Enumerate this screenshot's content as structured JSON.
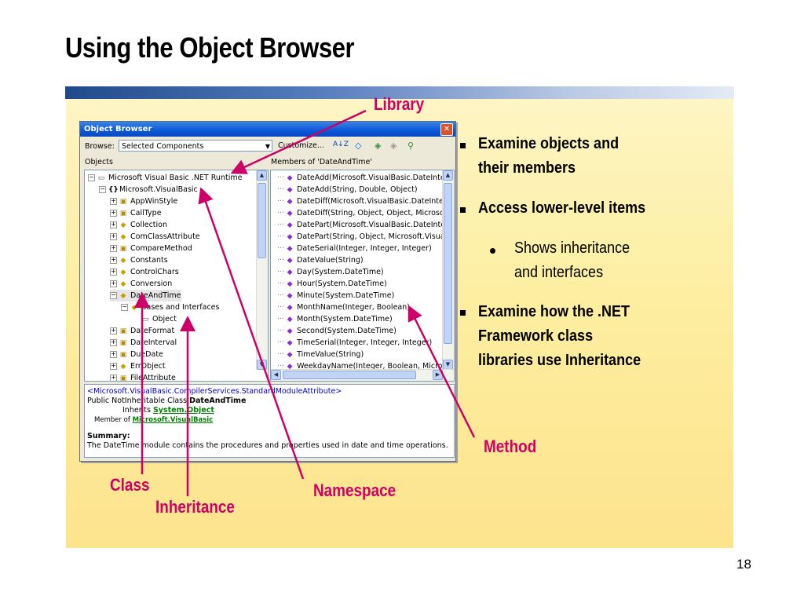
{
  "slide": {
    "title": "Using the Object Browser",
    "page_number": "18"
  },
  "window": {
    "title": "Object Browser",
    "close_glyph": "✕",
    "toolbar": {
      "browse_label": "Browse:",
      "browse_value": "Selected Components",
      "customize_label": "Customize...",
      "sort_glyph": "A↓Z",
      "icons": [
        "sort-icon",
        "group-icon",
        "back-icon",
        "forward-icon",
        "find-symbol-icon"
      ]
    },
    "objects_label": "Objects",
    "members_label": "Members of 'DateAndTime'",
    "objects_tree": [
      {
        "label": "Microsoft Visual Basic .NET Runtime",
        "indent": 0,
        "expander": "−",
        "icon": "lib",
        "glyph": "▭"
      },
      {
        "label": "Microsoft.VisualBasic",
        "indent": 1,
        "expander": "−",
        "icon": "ns",
        "glyph": "{}"
      },
      {
        "label": "AppWinStyle",
        "indent": 2,
        "expander": "+",
        "icon": "mod",
        "glyph": "▣"
      },
      {
        "label": "CallType",
        "indent": 2,
        "expander": "+",
        "icon": "mod",
        "glyph": "▣"
      },
      {
        "label": "Collection",
        "indent": 2,
        "expander": "+",
        "icon": "class",
        "glyph": "◆"
      },
      {
        "label": "ComClassAttribute",
        "indent": 2,
        "expander": "+",
        "icon": "class",
        "glyph": "◆"
      },
      {
        "label": "CompareMethod",
        "indent": 2,
        "expander": "+",
        "icon": "mod",
        "glyph": "▣"
      },
      {
        "label": "Constants",
        "indent": 2,
        "expander": "+",
        "icon": "class",
        "glyph": "◆"
      },
      {
        "label": "ControlChars",
        "indent": 2,
        "expander": "+",
        "icon": "class",
        "glyph": "◆"
      },
      {
        "label": "Conversion",
        "indent": 2,
        "expander": "+",
        "icon": "class",
        "glyph": "◆"
      },
      {
        "label": "DateAndTime",
        "indent": 2,
        "expander": "−",
        "icon": "class",
        "glyph": "◆",
        "selected": true
      },
      {
        "label": "Bases and Interfaces",
        "indent": 3,
        "expander": "−",
        "icon": "class",
        "glyph": "◆"
      },
      {
        "label": "Object",
        "indent": 4,
        "expander": "",
        "icon": "lib",
        "glyph": "▭"
      },
      {
        "label": "DateFormat",
        "indent": 2,
        "expander": "+",
        "icon": "mod",
        "glyph": "▣"
      },
      {
        "label": "DateInterval",
        "indent": 2,
        "expander": "+",
        "icon": "mod",
        "glyph": "▣"
      },
      {
        "label": "DueDate",
        "indent": 2,
        "expander": "+",
        "icon": "mod",
        "glyph": "▣"
      },
      {
        "label": "ErrObject",
        "indent": 2,
        "expander": "+",
        "icon": "class",
        "glyph": "◆"
      },
      {
        "label": "FileAttribute",
        "indent": 2,
        "expander": "+",
        "icon": "mod",
        "glyph": "▣"
      }
    ],
    "members": [
      "DateAdd(Microsoft.VisualBasic.DateInte",
      "DateAdd(String, Double, Object)",
      "DateDiff(Microsoft.VisualBasic.DateInter",
      "DateDiff(String, Object, Object, Microsc",
      "DatePart(Microsoft.VisualBasic.DateInte",
      "DatePart(String, Object, Microsoft.Visua",
      "DateSerial(Integer, Integer, Integer)",
      "DateValue(String)",
      "Day(System.DateTime)",
      "Hour(System.DateTime)",
      "Minute(System.DateTime)",
      "MonthName(Integer, Boolean)",
      "Month(System.DateTime)",
      "Second(System.DateTime)",
      "TimeSerial(Integer, Integer, Integer)",
      "TimeValue(String)",
      "WeekdayName(Integer, Boolean, Micro"
    ],
    "description": {
      "attribute": "<Microsoft.VisualBasic.CompilerServices.StandardModuleAttribute>",
      "decl_prefix": "Public NotInheritable Class ",
      "decl_name": "DateAndTime",
      "inherits_label": "Inherits ",
      "inherits_value": "System.Object",
      "member_of_label": "Member of ",
      "member_of_value": "Microsoft.VisualBasic",
      "summary_label": "Summary:",
      "summary_text": "The DateTime module contains the procedures and properties used in date and time operations."
    }
  },
  "bullets": {
    "b1_line1": "Examine objects and",
    "b1_line2": "their members",
    "b2": "Access lower-level items",
    "sub_line1": "Shows inheritance",
    "sub_line2": "and interfaces",
    "b3_line1": "Examine how the .NET",
    "b3_line2": "Framework class",
    "b3_line3": "libraries use Inheritance"
  },
  "callouts": {
    "library": "Library",
    "method": "Method",
    "class": "Class",
    "inheritance": "Inheritance",
    "namespace": "Namespace"
  },
  "colors": {
    "callout": "#cc0066",
    "title_bar_start": "#1e4a8c",
    "content_bg": "#fdeea0"
  }
}
